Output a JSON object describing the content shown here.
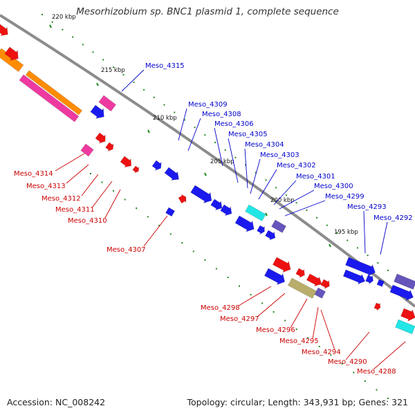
{
  "title": "Mesorhizobium sp. BNC1 plasmid 1, complete sequence",
  "footer": {
    "accession": "Accession: NC_008242",
    "summary": "Topology: circular; Length: 343,931 bp; Genes: 321"
  },
  "colors": {
    "backbone": "#8c8c8c",
    "tick_green": "#1f8a1f",
    "label_forward": "#0000cc",
    "label_reverse": "#cc0000",
    "gene_forward": "#1a1aee",
    "gene_reverse": "#ee1111",
    "gene_pink": "#ee3aa0",
    "gene_orange": "#ff8c00",
    "gene_cyan": "#22e6e6",
    "gene_purple": "#6655bb",
    "gene_khaki": "#b8ad6a"
  },
  "scale_ticks": [
    "220 kbp",
    "215 kbp",
    "210 kbp",
    "205 kbp",
    "200 kbp",
    "195 kbp"
  ],
  "forward_genes": [
    "Meso_4315",
    "Meso_4309",
    "Meso_4308",
    "Meso_4306",
    "Meso_4305",
    "Meso_4304",
    "Meso_4303",
    "Meso_4302",
    "Meso_4301",
    "Meso_4300",
    "Meso_4299",
    "Meso_4293",
    "Meso_4292"
  ],
  "reverse_genes": [
    "Meso_4314",
    "Meso_4313",
    "Meso_4312",
    "Meso_4311",
    "Meso_4310",
    "Meso_4307",
    "Meso_4298",
    "Meso_4297",
    "Meso_4296",
    "Meso_4295",
    "Meso_4294",
    "Meso_4290",
    "Meso_4288"
  ]
}
